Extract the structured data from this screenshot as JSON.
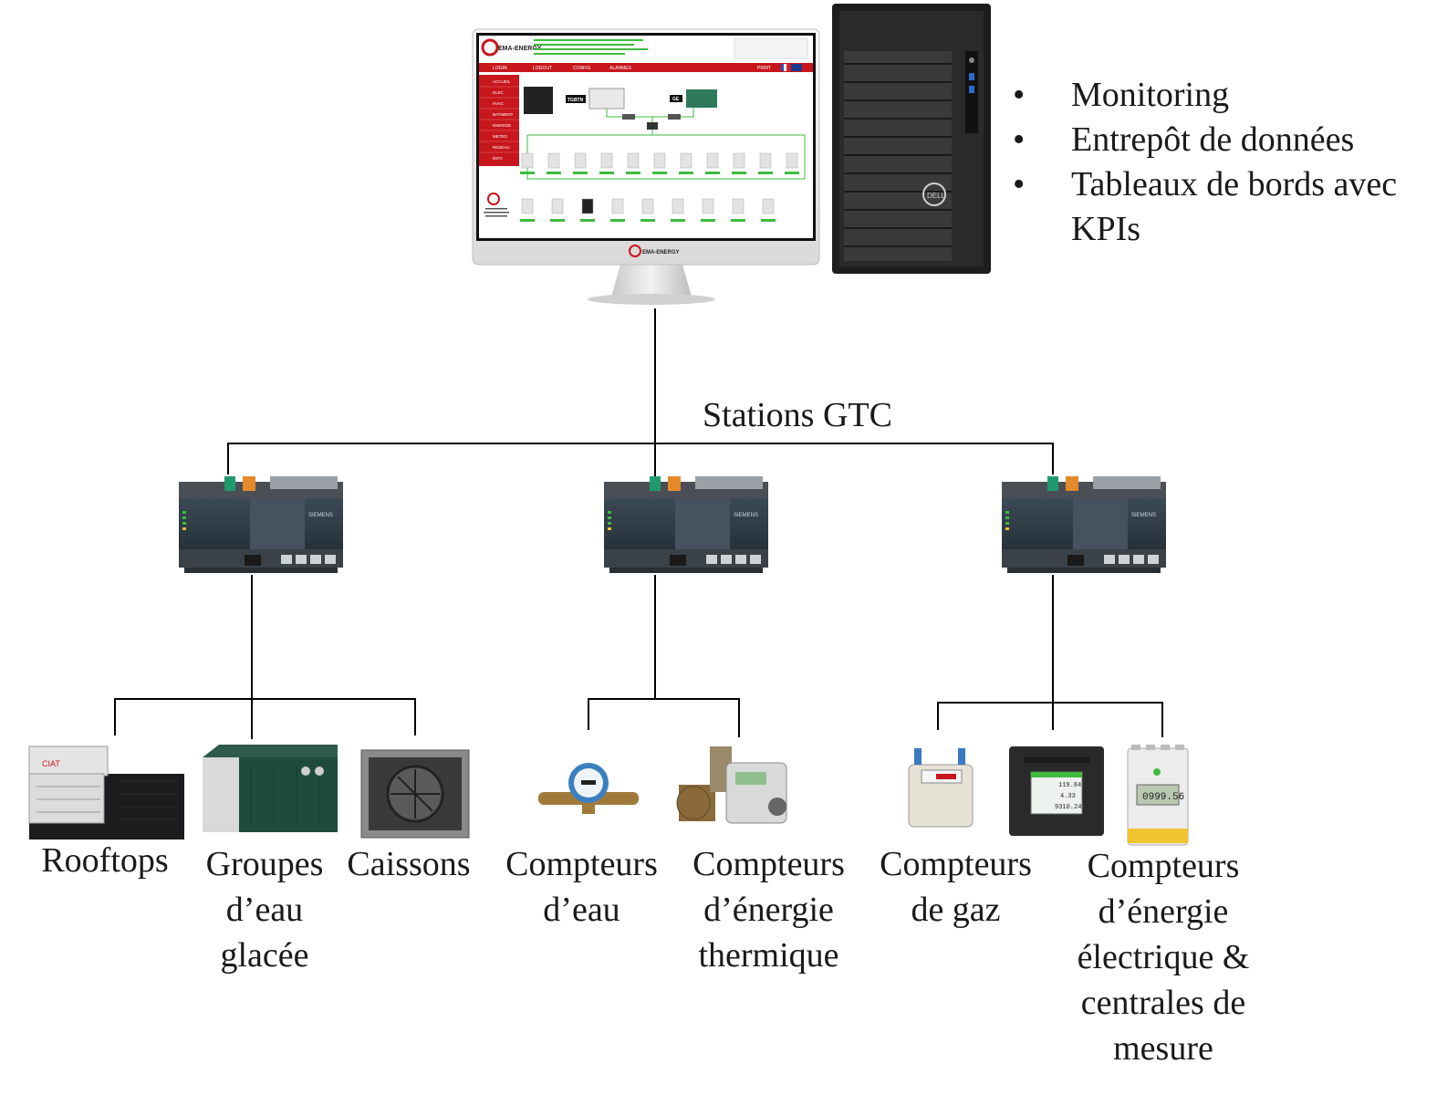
{
  "features": [
    "Monitoring",
    "Entrepôt de données",
    "Tableaux de bords avec KPIs"
  ],
  "bullet_glyph": "•",
  "network_label": "Stations GTC",
  "monitor": {
    "brand": "EMA-ENERGY",
    "menu": [
      "ACCUEIL",
      "ELEC",
      "HVAC",
      "BATIMENT",
      "ENERGIE",
      "METEO",
      "RESEAU",
      "INFO"
    ],
    "nodes": [
      "TGBTN",
      "GE"
    ],
    "accent_color": "#c8161d"
  },
  "controllers": {
    "brand": "SIEMENS",
    "count": 3
  },
  "equipment": [
    {
      "id": "rooftops",
      "label": [
        "Rooftops"
      ]
    },
    {
      "id": "groupes",
      "label": [
        "Groupes",
        "d’eau",
        "glacée"
      ]
    },
    {
      "id": "caissons",
      "label": [
        "Caissons"
      ]
    },
    {
      "id": "compteurs-eau",
      "label": [
        "Compteurs",
        "d’eau"
      ]
    },
    {
      "id": "compteurs-thermique",
      "label": [
        "Compteurs",
        "d’énergie",
        "thermique"
      ]
    },
    {
      "id": "compteurs-gaz",
      "label": [
        "Compteurs",
        "de gaz"
      ]
    },
    {
      "id": "compteurs-electrique",
      "label": [
        "Compteurs",
        "d’énergie",
        "électrique &",
        "centrales de",
        "mesure"
      ]
    }
  ],
  "colors": {
    "line": "#000000",
    "text": "#1a1a1a",
    "panel": "#2f3b45",
    "screen_green": "#3dbb3d"
  }
}
